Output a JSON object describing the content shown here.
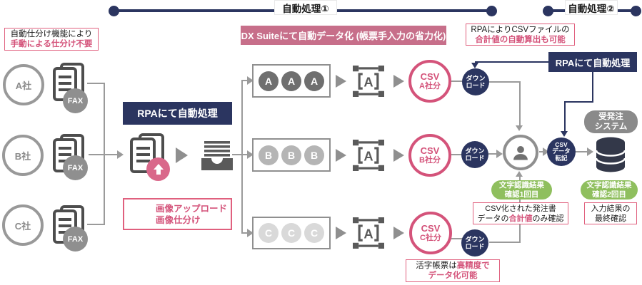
{
  "timeline": {
    "phase1_label": "自動処理①",
    "phase2_label": "自動処理②"
  },
  "banners": {
    "dx_suite": "DX Suiteにて自動データ化 (帳票手入力の省力化)",
    "rpa_center": "RPAにて自動処理",
    "rpa_right": "RPAにて自動処理"
  },
  "notes": {
    "auto_sort": {
      "line1": "自動仕分け機能により",
      "line2": "手動による仕分け不要"
    },
    "image_upload": {
      "line1": "画像アップロード",
      "line2": "画像仕分け"
    },
    "csv_total": {
      "line1": "RPAによりCSVファイルの",
      "line2": "合計値の自動算出も可能"
    },
    "printed_form": {
      "line1_black": "活字帳票は",
      "line1_pink": "高精度で",
      "line2": "データ化可能"
    },
    "confirm_first": {
      "line1": "CSV化された発注書",
      "line2_pre": "データの",
      "line2_em": "合計値",
      "line2_post": "のみ確認"
    },
    "confirm_final": {
      "line1": "入力結果の",
      "line2": "最終確認"
    }
  },
  "companies": [
    {
      "name": "A社",
      "fax": "FAX"
    },
    {
      "name": "B社",
      "fax": "FAX"
    },
    {
      "name": "C社",
      "fax": "FAX"
    }
  ],
  "doc_rows": [
    {
      "letter": "A",
      "csv_top": "CSV",
      "csv_bottom": "A社分",
      "download_top": "ダウン",
      "download_bottom": "ロード"
    },
    {
      "letter": "B",
      "csv_top": "CSV",
      "csv_bottom": "B社分",
      "download_top": "ダウン",
      "download_bottom": "ロード"
    },
    {
      "letter": "C",
      "csv_top": "CSV",
      "csv_bottom": "C社分",
      "download_top": "ダウン",
      "download_bottom": "ロード"
    }
  ],
  "ocr_icon_letter": "A",
  "right": {
    "csv_transfer": {
      "line1": "CSV",
      "line2": "データ",
      "line3": "転記"
    },
    "order_system": {
      "line1": "受発注",
      "line2": "システム"
    },
    "badge_check1": {
      "line1": "文字認識結果",
      "line2": "確認1回目"
    },
    "badge_check2": {
      "line1": "文字認識結果",
      "line2": "確認2回目"
    }
  },
  "colors": {
    "navy": "#2b3560",
    "pink_accent": "#d4537a",
    "rose_banner": "#c76f8a",
    "upload_pink": "#d9688a",
    "badge_green": "#8fbf5e",
    "icon_gray": "#8f8f8f",
    "icon_dark_gray": "#595959"
  }
}
